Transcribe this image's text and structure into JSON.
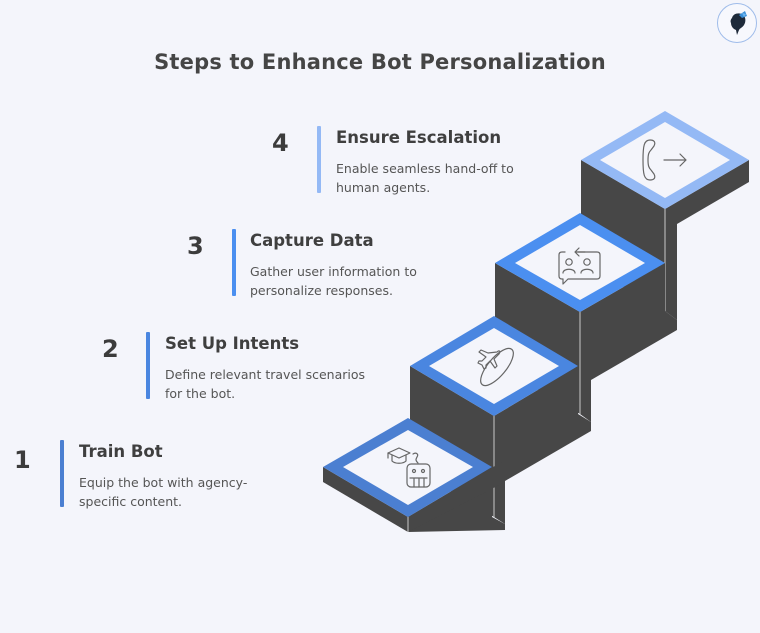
{
  "title": "Steps to Enhance Bot Personalization",
  "logo": {
    "icon": "feather-head-logo-icon"
  },
  "colors": {
    "background": "#f4f5fb",
    "block_dark": "#474747",
    "step1_border": "#4b7fd1",
    "step2_border": "#4a86e0",
    "step3_border": "#4b8ff0",
    "step4_border": "#94b9f5",
    "face": "#f4f5fb",
    "icon_stroke": "#666666"
  },
  "steps": [
    {
      "number": "1",
      "title": "Train Bot",
      "description_line1": "Equip the bot with agency-",
      "description_line2": "specific content.",
      "icon": "graduation-cap-robot-icon",
      "bar_color": "#4b7fd1"
    },
    {
      "number": "2",
      "title": "Set Up Intents",
      "description_line1": "Define relevant travel scenarios",
      "description_line2": "for the bot.",
      "icon": "airplane-orbit-icon",
      "bar_color": "#4a86e0"
    },
    {
      "number": "3",
      "title": "Capture Data",
      "description_line1": "Gather user information to",
      "description_line2": "personalize responses.",
      "icon": "users-chat-exchange-icon",
      "bar_color": "#4b8ff0"
    },
    {
      "number": "4",
      "title": "Ensure Escalation",
      "description_line1": "Enable seamless hand-off to",
      "description_line2": "human agents.",
      "icon": "phone-forward-icon",
      "bar_color": "#94b9f5"
    }
  ]
}
